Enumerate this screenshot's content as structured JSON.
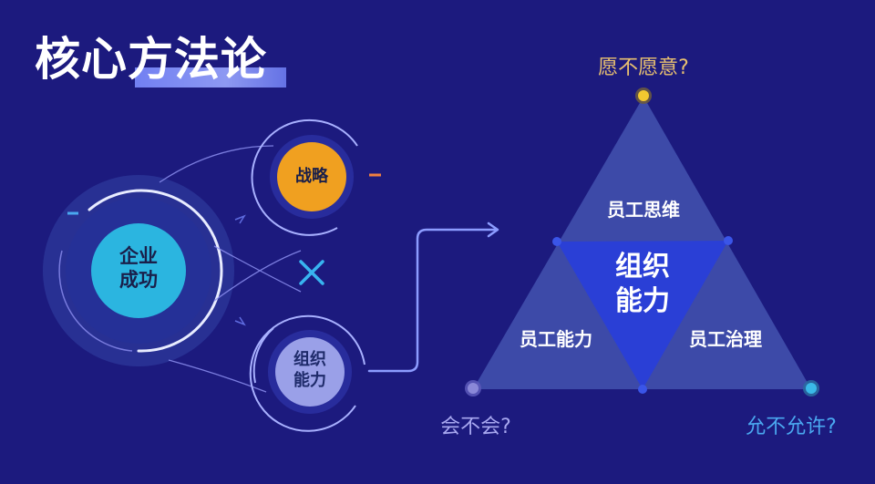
{
  "title": "核心方法论",
  "left_diagram": {
    "center_circle": {
      "line1": "企业",
      "line2": "成功",
      "color": "#2bb5e0"
    },
    "top_circle": {
      "label": "战略",
      "color": "#f0a020"
    },
    "bottom_circle": {
      "line1": "组织",
      "line2": "能力",
      "color": "#9aa0e8"
    },
    "operator_icon": "multiply-icon",
    "operator_color": "#38b4f0"
  },
  "connector_arrow": "arrow-right-icon",
  "triangle": {
    "center": {
      "line1": "组织",
      "line2": "能力",
      "color": "#2a3fd6"
    },
    "top_section": "员工思维",
    "left_section": "员工能力",
    "right_section": "员工治理",
    "section_color": "#3d4aa8",
    "vertices": {
      "top": {
        "question": "愿不愿意?",
        "dot_color": "#f2c830",
        "text_color": "#e8c070"
      },
      "bottom_left": {
        "question": "会不会?",
        "dot_color": "#8a88d8",
        "text_color": "#a8a8f0"
      },
      "bottom_right": {
        "question": "允不允许?",
        "dot_color": "#3ab8e8",
        "text_color": "#4aa8f0"
      }
    }
  },
  "colors": {
    "background": "#1c1a7e",
    "line": "#8c8ff0"
  }
}
